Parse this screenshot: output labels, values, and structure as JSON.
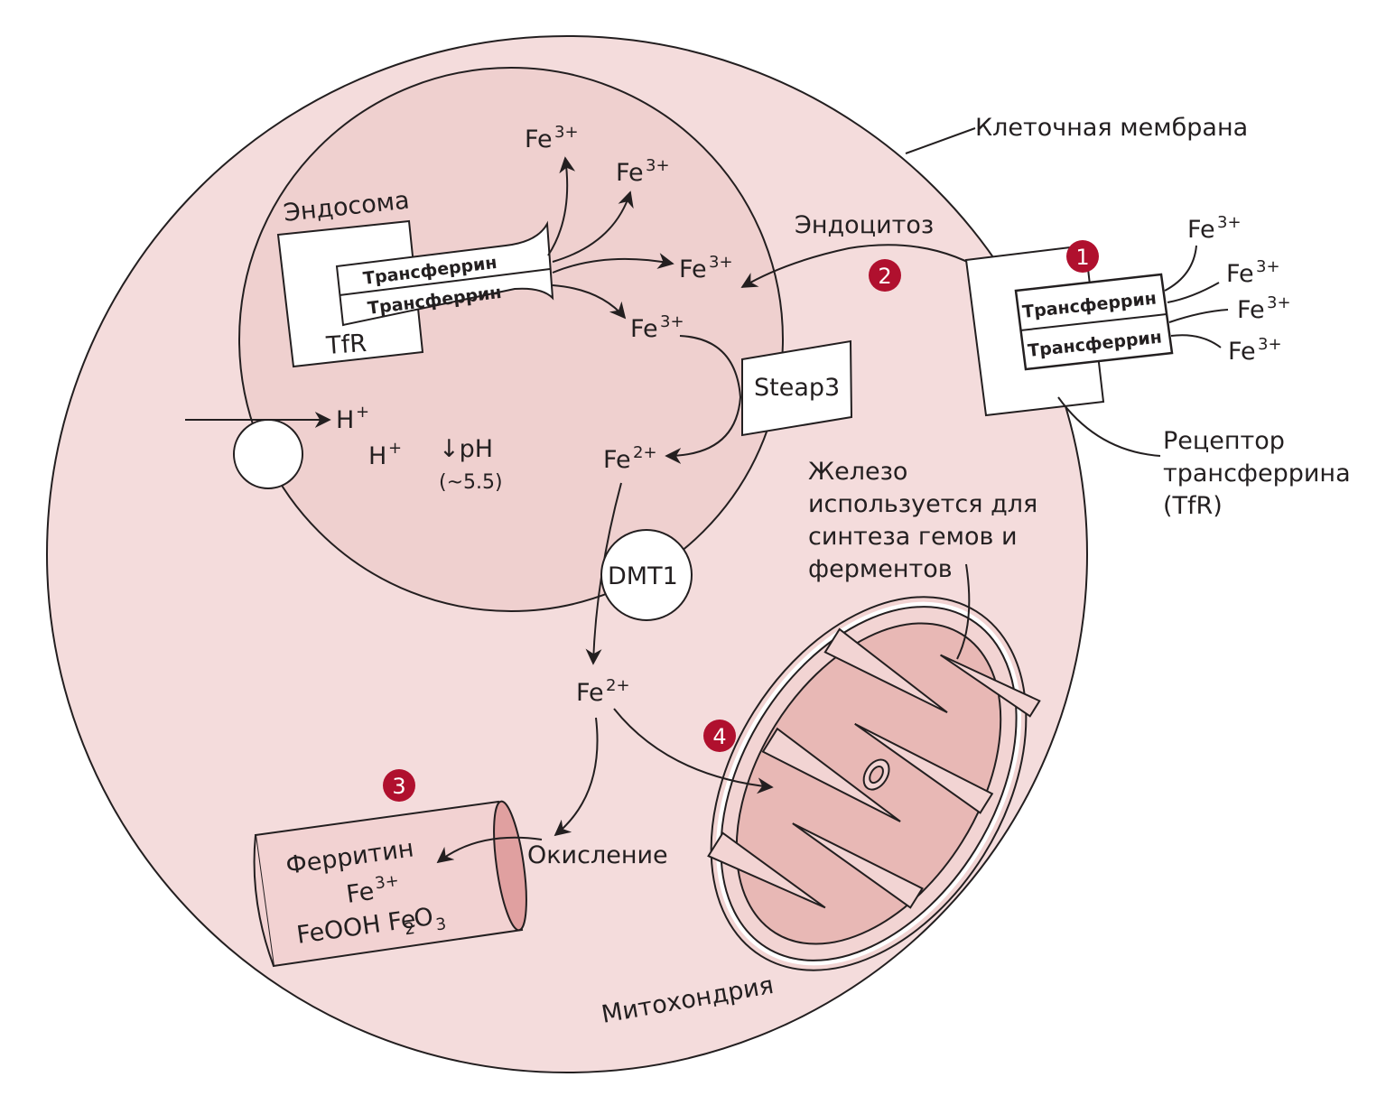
{
  "colors": {
    "cell": "#f4dcdc",
    "endosome": "#efd0cf",
    "matrix": "#e8b8b5",
    "badge": "#b0102e",
    "ferritin_end": "#e0a0a0"
  },
  "labels": {
    "cell_membrane": "Клеточная мембрана",
    "endosome": "Эндосома",
    "endocytosis": "Эндоцитоз",
    "transferrin": "Трансферрин",
    "tfr": "TfR",
    "receptor": [
      "Рецептор",
      "трансферрина",
      "(TfR)"
    ],
    "steap3": "Steap3",
    "dmt1": "DMT1",
    "h": "H",
    "plus": "+",
    "ph": "↓pH",
    "ph_value": "(~5.5)",
    "fe": "Fe",
    "ox3": "3+",
    "ox2": "2+",
    "iron_use": [
      "Железо",
      "используется для",
      "синтеза гемов и",
      "ферментов"
    ],
    "ferritin": "Ферритин",
    "feooh": "FeOOH Fe",
    "sub2": "2",
    "o": "O",
    "sub3": "3",
    "oxidation": "Окисление",
    "mitochondrion": "Митохондрия"
  },
  "badges": [
    "1",
    "2",
    "3",
    "4"
  ]
}
